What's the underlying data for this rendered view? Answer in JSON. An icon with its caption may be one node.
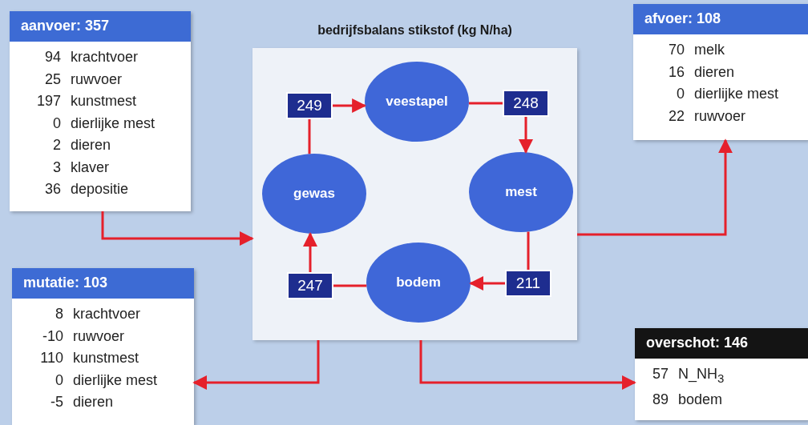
{
  "diagram": {
    "nodes": [
      {
        "text": [
          "aanvoer: 357",
          "94",
          "krachtvoer",
          "25",
          "ruwvoer",
          "197",
          "kunstmest",
          "0",
          "dierlijke mest",
          "2",
          "dieren",
          "3",
          "klaver",
          "36",
          "depositie"
        ]
      },
      {
        "text": [
          "bedrijfsbalans stikstof (kg N/ha)"
        ]
      },
      {
        "text": [
          "249"
        ],
        "in": 1
      },
      {
        "text": [
          "veestapel"
        ],
        "in": 1
      },
      {
        "text": [
          "248"
        ],
        "in": 1
      },
      {
        "text": [
          "gewas"
        ],
        "in": 1
      },
      {
        "text": [
          "mest"
        ],
        "in": 1
      },
      {
        "text": [
          "247"
        ],
        "in": 1
      },
      {
        "text": [
          "bodem"
        ],
        "in": 1
      },
      {
        "text": [
          "211"
        ],
        "in": 1
      },
      {
        "text": [
          "afvoer: 108",
          "70",
          "melk",
          "16",
          "dieren",
          "0",
          "dierlijke mest",
          "22",
          "ruwvoer"
        ]
      },
      {
        "text": [
          "mutatie: 103",
          "8",
          "krachtvoer",
          "-10",
          "ruwvoer",
          "110",
          "kunstmest",
          "0",
          "dierlijke mest",
          "-5",
          "dieren"
        ]
      },
      {
        "text": [
          "overschot: 146",
          "57",
          "N_NH$_{3}$",
          "89",
          "bodem"
        ]
      }
    ],
    "edges": [
      {
        "from": 2,
        "to": 3,
        "arrow": "to"
      },
      {
        "from": 3,
        "to": 4,
        "arrow": "none"
      },
      {
        "from": 4,
        "to": 6,
        "arrow": "to"
      },
      {
        "from": 6,
        "to": 9,
        "arrow": "none"
      },
      {
        "from": 9,
        "to": 8,
        "arrow": "to"
      },
      {
        "from": 8,
        "to": 7,
        "arrow": "none"
      },
      {
        "from": 7,
        "to": 5,
        "arrow": "to"
      },
      {
        "from": 5,
        "to": 2,
        "arrow": "none"
      },
      {
        "from": 0,
        "to": 1,
        "arrow": "to"
      },
      {
        "from": 1,
        "to": 10,
        "arrow": "to"
      },
      {
        "from": 1,
        "to": 11,
        "arrow": "to"
      },
      {
        "from": 1,
        "to": 12,
        "arrow": "to"
      }
    ]
  }
}
